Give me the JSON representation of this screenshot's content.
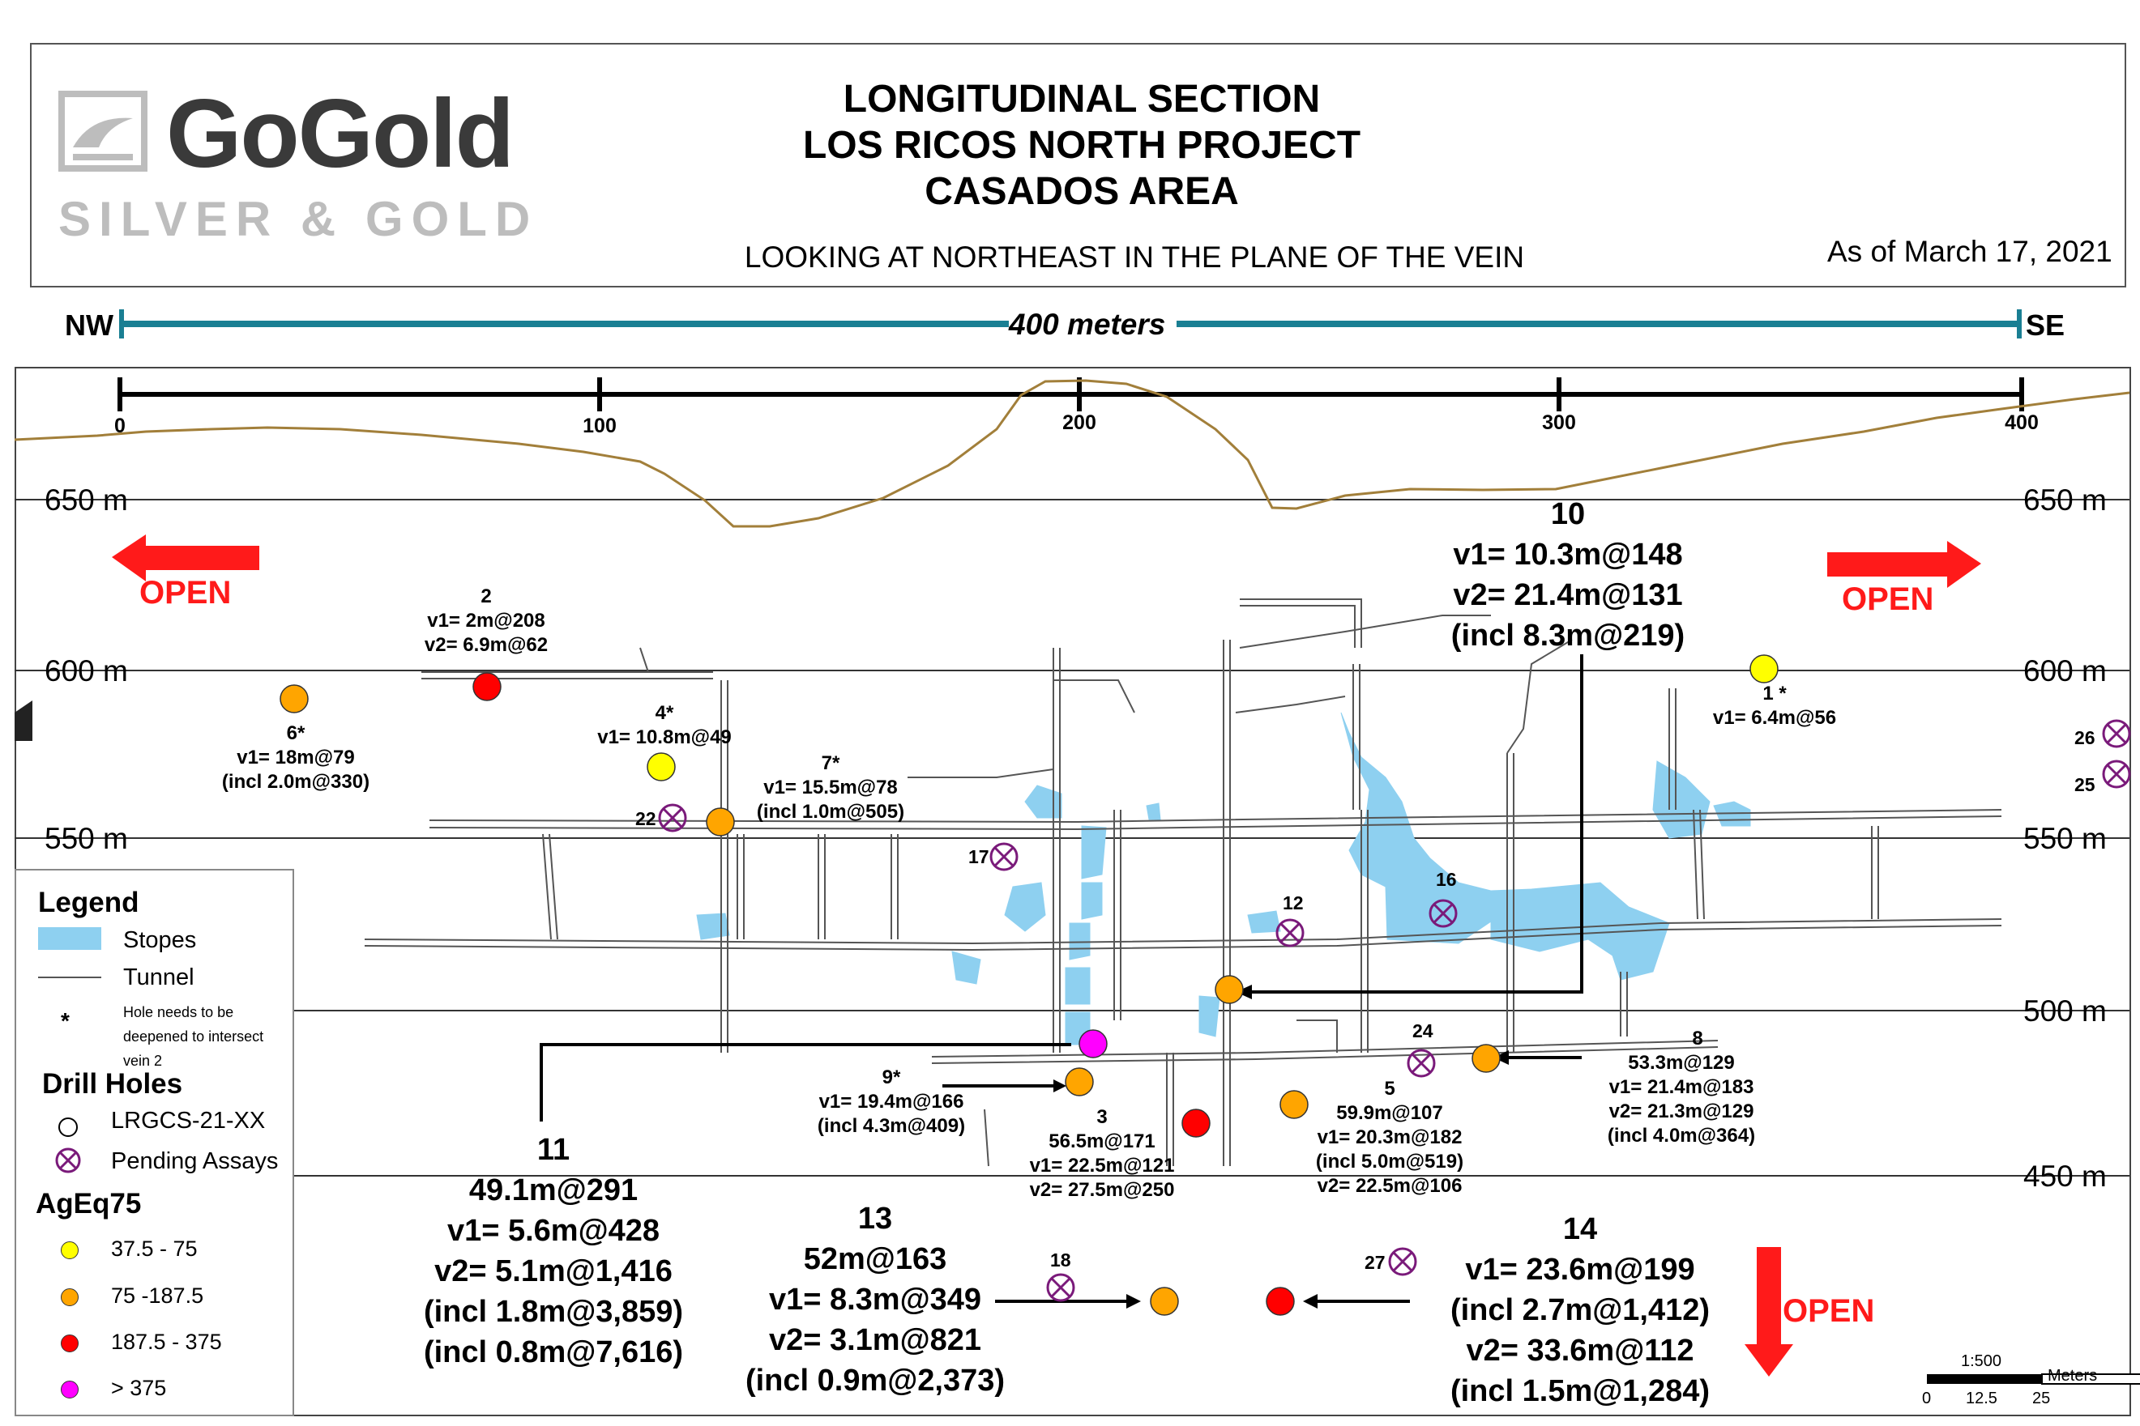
{
  "logo": {
    "word": "GoGold",
    "sub": "SILVER & GOLD"
  },
  "title": {
    "line1": "LONGITUDINAL SECTION",
    "line2": "LOS RICOS NORTH PROJECT",
    "line3": "CASADOS AREA",
    "subtitle": "LOOKING AT NORTHEAST IN THE PLANE OF THE VEIN",
    "date": "As of March 17, 2021"
  },
  "direction": {
    "left": "NW",
    "right": "SE",
    "length": "400 meters"
  },
  "axis": {
    "ticks": [
      "0",
      "100",
      "200",
      "300",
      "400"
    ]
  },
  "elevations": [
    "650 m",
    "600 m",
    "550 m",
    "500 m",
    "450 m"
  ],
  "open": "OPEN",
  "legend": {
    "title": "Legend",
    "stopes": "Stopes",
    "tunnel": "Tunnel",
    "star": "*",
    "star_note_1": "Hole needs to be",
    "star_note_2": "deepened to intersect",
    "star_note_3": "vein 2",
    "drill_title": "Drill Holes",
    "hole_label": "LRGCS-21-XX",
    "pending": "Pending Assays",
    "ageq_title": "AgEq75",
    "classes": [
      {
        "label": "37.5 - 75",
        "color": "#ffff00"
      },
      {
        "label": "75 -187.5",
        "color": "#ffa500"
      },
      {
        "label": "187.5 - 375",
        "color": "#ff0000"
      },
      {
        "label": "> 375",
        "color": "#ff00ff"
      }
    ]
  },
  "holes": {
    "h1": {
      "num": "1 *",
      "v1": "v1= 6.4m@56"
    },
    "h2": {
      "num": "2",
      "v1": "v1= 2m@208",
      "v2": "v2= 6.9m@62"
    },
    "h3": {
      "num": "3",
      "total": "56.5m@171",
      "v1": "v1= 22.5m@121",
      "v2": "v2= 27.5m@250"
    },
    "h4": {
      "num": "4*",
      "v1": "v1= 10.8m@49"
    },
    "h5": {
      "num": "5",
      "total": "59.9m@107",
      "v1": "v1= 20.3m@182",
      "incl": "(incl 5.0m@519)",
      "v2": "v2= 22.5m@106"
    },
    "h6": {
      "num": "6*",
      "v1": "v1= 18m@79",
      "incl": "(incl 2.0m@330)"
    },
    "h7": {
      "num": "7*",
      "v1": "v1= 15.5m@78",
      "incl": "(incl 1.0m@505)"
    },
    "h8": {
      "num": "8",
      "total": "53.3m@129",
      "v1": "v1= 21.4m@183",
      "v2": "v2= 21.3m@129",
      "incl": "(incl 4.0m@364)"
    },
    "h9": {
      "num": "9*",
      "v1": "v1= 19.4m@166",
      "incl": "(incl 4.3m@409)"
    },
    "h10": {
      "num": "10",
      "v1": "v1= 10.3m@148",
      "v2": "v2= 21.4m@131",
      "incl": "(incl 8.3m@219)"
    },
    "h11": {
      "num": "11",
      "total": "49.1m@291",
      "v1": "v1= 5.6m@428",
      "v2": "v2= 5.1m@1,416",
      "incl1": "(incl 1.8m@3,859)",
      "incl2": "(incl 0.8m@7,616)"
    },
    "h13": {
      "num": "13",
      "total": "52m@163",
      "v1": "v1= 8.3m@349",
      "v2": "v2= 3.1m@821",
      "incl": "(incl 0.9m@2,373)"
    },
    "h14": {
      "num": "14",
      "v1": "v1= 23.6m@199",
      "incl1": "(incl 2.7m@1,412)",
      "v2": "v2= 33.6m@112",
      "incl2": "(incl 1.5m@1,284)"
    }
  },
  "pending_labels": [
    "12",
    "16",
    "17",
    "18",
    "22",
    "24",
    "25",
    "26",
    "27"
  ],
  "scale": {
    "ratio": "1:500",
    "unit": "Meters",
    "t0": "0",
    "t1": "12.5",
    "t2": "25"
  }
}
